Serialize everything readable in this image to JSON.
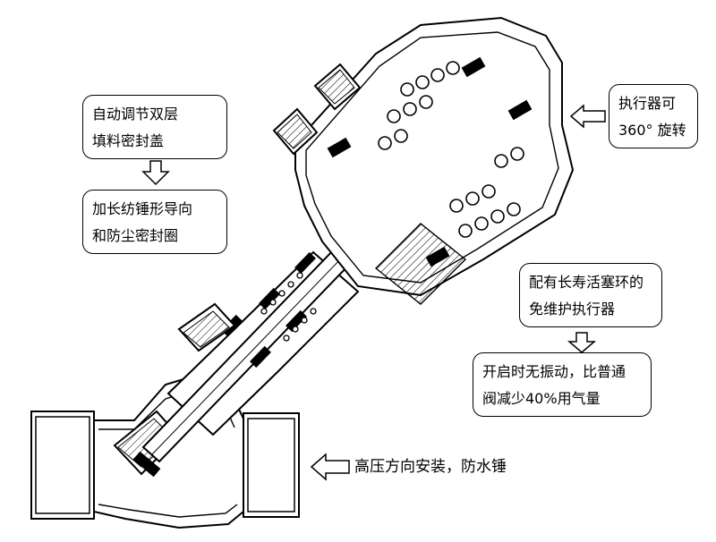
{
  "callouts": {
    "seal_cover": {
      "line1": "自动调节双层",
      "line2": "填料密封盖"
    },
    "guide_ring": {
      "line1": "加长纺锤形导向",
      "line2": "和防尘密封圈"
    },
    "actuator_rotate": {
      "line1": "执行器可",
      "line2": "360° 旋转"
    },
    "piston_ring": {
      "line1": "配有长寿活塞环的",
      "line2": "免维护执行器"
    },
    "no_vibration": {
      "line1": "开启时无振动，比普通",
      "line2": "阀减少40%用气量"
    }
  },
  "install_note": "高压方向安装，防水锤"
}
